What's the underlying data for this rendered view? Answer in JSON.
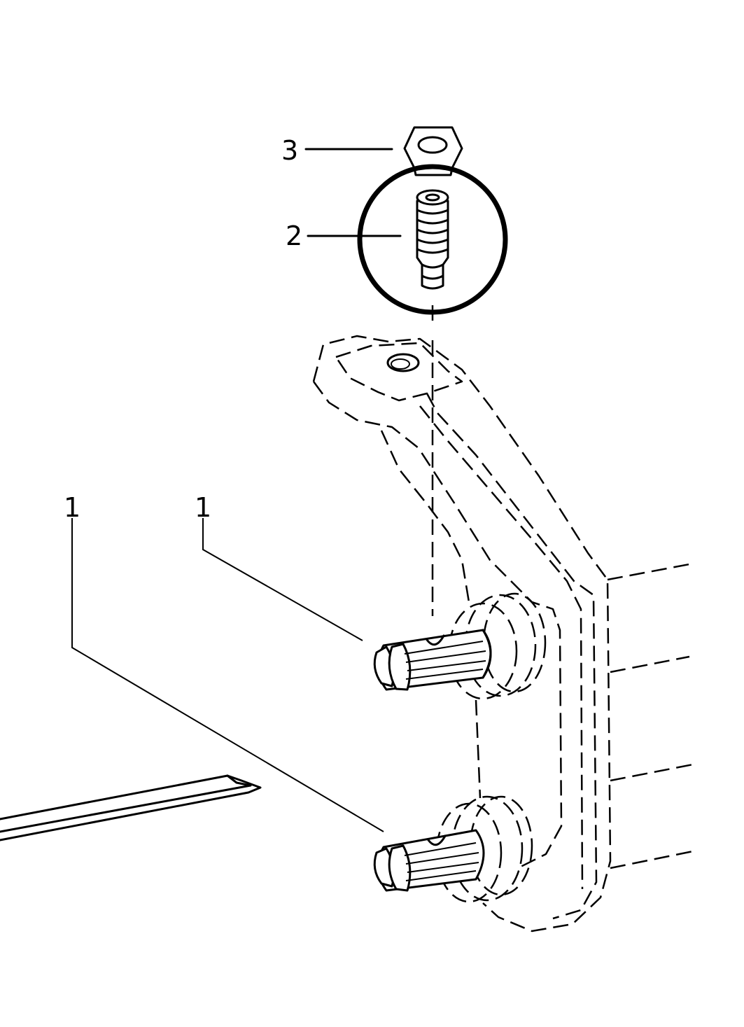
{
  "callouts": [
    {
      "id": "nut",
      "label": "3"
    },
    {
      "id": "stud",
      "label": "2"
    },
    {
      "id": "shaft-top",
      "label": "1"
    },
    {
      "id": "shaft-bottom",
      "label": "1"
    }
  ],
  "colors": {
    "ink": "#000000",
    "paper": "#ffffff"
  }
}
